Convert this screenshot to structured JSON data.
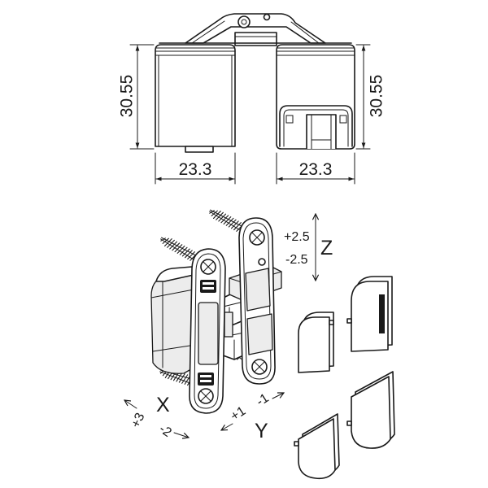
{
  "colors": {
    "line": "#1a1a1a",
    "background": "#ffffff"
  },
  "top_views": {
    "front": {
      "height": "30.55",
      "width": "23.3"
    },
    "side": {
      "height": "30.55",
      "width": "23.3"
    }
  },
  "adjustment": {
    "z": {
      "label": "Z",
      "plus": "+2.5",
      "minus": "-2.5"
    },
    "x": {
      "label": "X",
      "plus": "+3",
      "minus": "-2"
    },
    "y": {
      "label": "Y",
      "plus": "+1",
      "minus": "-1"
    }
  }
}
